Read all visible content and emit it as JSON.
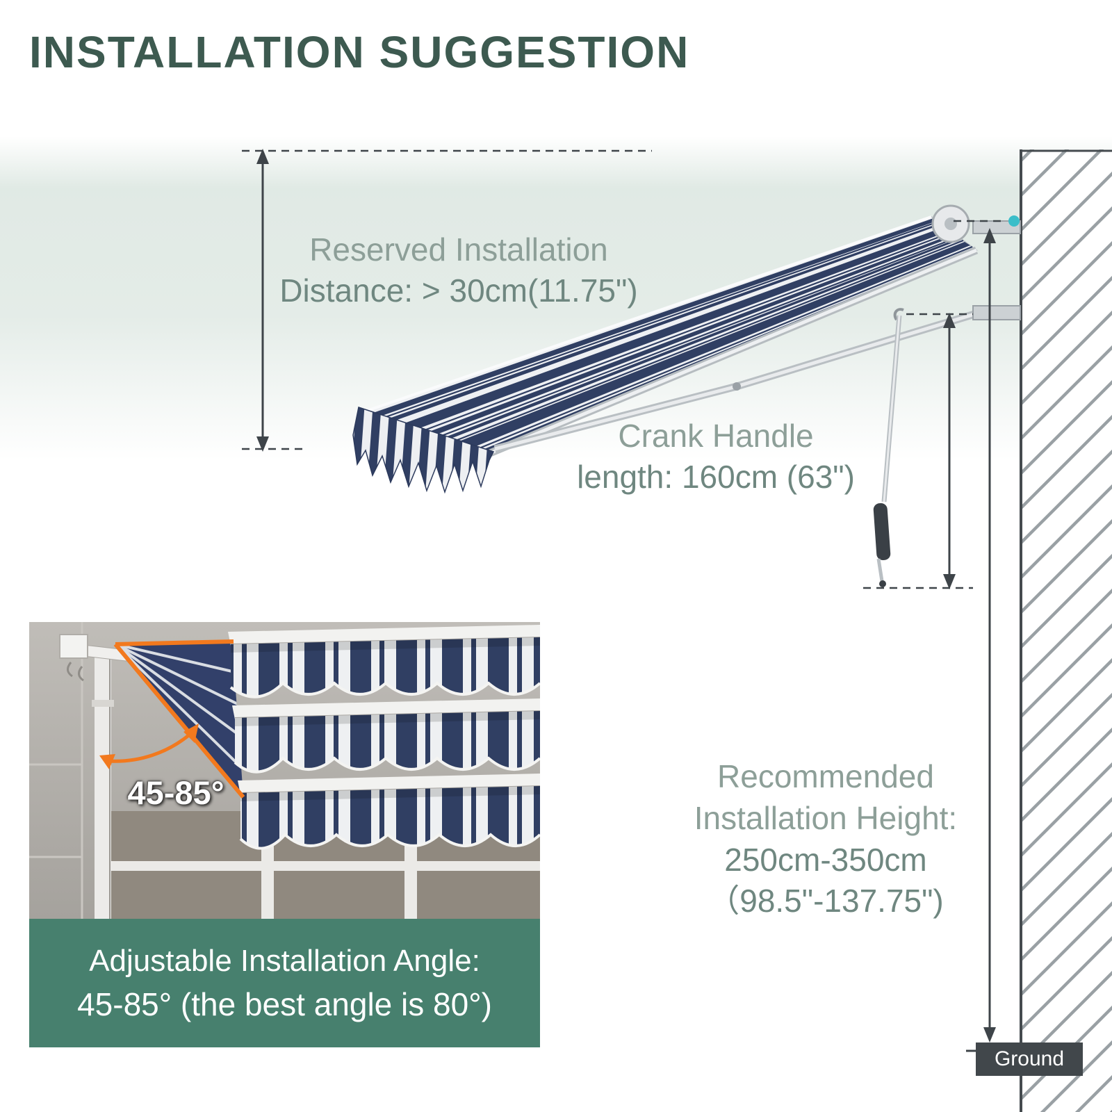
{
  "title": "INSTALLATION SUGGESTION",
  "diagram": {
    "reserved": {
      "line1": "Reserved Installation",
      "line2": "Distance: > 30cm(11.75\")"
    },
    "crank": {
      "line1": "Crank Handle",
      "line2": "length: 160cm (63\")"
    },
    "height": {
      "line1": "Recommended",
      "line2": "Installation Height:",
      "line3": "250cm-350cm",
      "line4": "（98.5\"-137.75\")"
    },
    "ground_label": "Ground"
  },
  "inset": {
    "angle_label": "45-85°"
  },
  "banner": {
    "line1": "Adjustable Installation Angle:",
    "line2": "45-85° (the best angle is 80°)"
  },
  "colors": {
    "title_green": "#3d5a50",
    "ann_light": "#8d9f98",
    "ann_dark": "#6f8780",
    "banner_teal": "#47806e",
    "awning_navy": "#303f63",
    "accent_orange": "#f2791e",
    "dot_teal": "#3bbec9",
    "arrow_dark": "#3e4449",
    "ground_bg": "#41474b"
  }
}
